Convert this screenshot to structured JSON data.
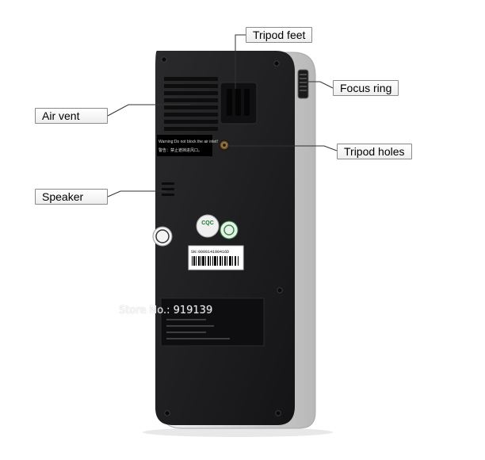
{
  "callouts": {
    "tripod_feet": "Tripod feet",
    "focus_ring": "Focus ring",
    "air_vent": "Air vent",
    "tripod_holes": "Tripod holes",
    "speaker": "Speaker"
  },
  "watermark": "Store No.: 919139",
  "labels": {
    "warning_en": "Warning:Do not block the air inlet!",
    "warning_cn": "警告：禁止遮挡进风口。",
    "serial": "SN:000814190416D",
    "cert_mark": "CQC"
  },
  "colors": {
    "body": "#1c1c1e",
    "frame": "#d9d9d9",
    "callout_border": "#8a8a8a"
  }
}
